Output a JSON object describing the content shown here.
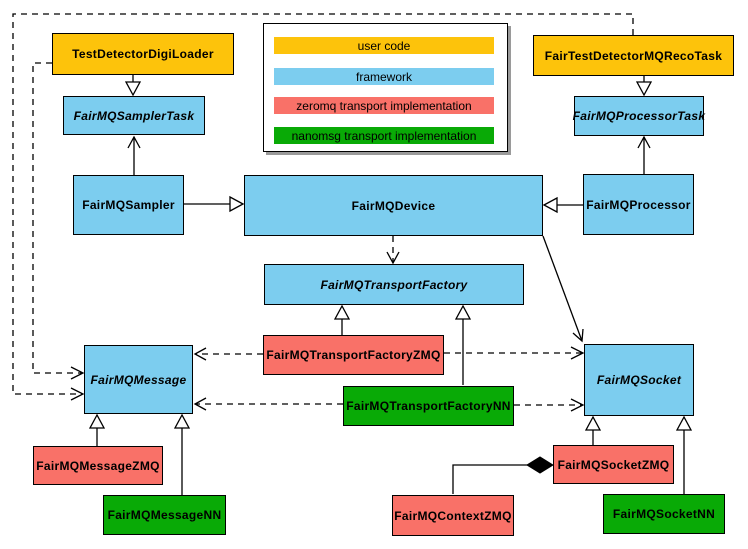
{
  "legend": {
    "items": [
      {
        "label": "user code",
        "category": "user-code",
        "color": "#FDC30B"
      },
      {
        "label": "framework",
        "category": "framework",
        "color": "#7CCDEF"
      },
      {
        "label": "zeromq transport implementation",
        "category": "zeromq",
        "color": "#F97168"
      },
      {
        "label": "nanomsg transport implementation",
        "category": "nanomsg",
        "color": "#09AA06"
      }
    ]
  },
  "nodes": {
    "test_detector_digi_loader": {
      "label": "TestDetectorDigiLoader",
      "category": "user-code",
      "abstract": false
    },
    "fair_test_detector_mq_reco_task": {
      "label": "FairTestDetectorMQRecoTask",
      "category": "user-code",
      "abstract": false
    },
    "fairmq_sampler_task": {
      "label": "FairMQSamplerTask",
      "category": "framework",
      "abstract": true
    },
    "fairmq_processor_task": {
      "label": "FairMQProcessorTask",
      "category": "framework",
      "abstract": true
    },
    "fairmq_sampler": {
      "label": "FairMQSampler",
      "category": "framework",
      "abstract": false
    },
    "fairmq_device": {
      "label": "FairMQDevice",
      "category": "framework",
      "abstract": false
    },
    "fairmq_processor": {
      "label": "FairMQProcessor",
      "category": "framework",
      "abstract": false
    },
    "fairmq_transport_factory": {
      "label": "FairMQTransportFactory",
      "category": "framework",
      "abstract": true
    },
    "fairmq_transport_factory_zmq": {
      "label": "FairMQTransportFactoryZMQ",
      "category": "zeromq",
      "abstract": false
    },
    "fairmq_transport_factory_nn": {
      "label": "FairMQTransportFactoryNN",
      "category": "nanomsg",
      "abstract": false
    },
    "fairmq_message": {
      "label": "FairMQMessage",
      "category": "framework",
      "abstract": true
    },
    "fairmq_socket": {
      "label": "FairMQSocket",
      "category": "framework",
      "abstract": true
    },
    "fairmq_message_zmq": {
      "label": "FairMQMessageZMQ",
      "category": "zeromq",
      "abstract": false
    },
    "fairmq_message_nn": {
      "label": "FairMQMessageNN",
      "category": "nanomsg",
      "abstract": false
    },
    "fairmq_socket_zmq": {
      "label": "FairMQSocketZMQ",
      "category": "zeromq",
      "abstract": false
    },
    "fairmq_socket_nn": {
      "label": "FairMQSocketNN",
      "category": "nanomsg",
      "abstract": false
    },
    "fairmq_context_zmq": {
      "label": "FairMQContextZMQ",
      "category": "zeromq",
      "abstract": false
    }
  },
  "relationships": [
    {
      "from": "TestDetectorDigiLoader",
      "to": "FairMQSamplerTask",
      "type": "inheritance"
    },
    {
      "from": "FairTestDetectorMQRecoTask",
      "to": "FairMQProcessorTask",
      "type": "inheritance"
    },
    {
      "from": "FairMQSampler",
      "to": "FairMQDevice",
      "type": "inheritance"
    },
    {
      "from": "FairMQProcessor",
      "to": "FairMQDevice",
      "type": "inheritance"
    },
    {
      "from": "FairMQSampler",
      "to": "FairMQSamplerTask",
      "type": "association"
    },
    {
      "from": "FairMQProcessor",
      "to": "FairMQProcessorTask",
      "type": "association"
    },
    {
      "from": "FairMQDevice",
      "to": "FairMQTransportFactory",
      "type": "dependency"
    },
    {
      "from": "FairMQDevice",
      "to": "FairMQSocket",
      "type": "association"
    },
    {
      "from": "FairMQTransportFactoryZMQ",
      "to": "FairMQTransportFactory",
      "type": "inheritance"
    },
    {
      "from": "FairMQTransportFactoryNN",
      "to": "FairMQTransportFactory",
      "type": "inheritance"
    },
    {
      "from": "FairMQTransportFactoryZMQ",
      "to": "FairMQMessage",
      "type": "dependency"
    },
    {
      "from": "FairMQTransportFactoryZMQ",
      "to": "FairMQSocket",
      "type": "dependency"
    },
    {
      "from": "FairMQTransportFactoryNN",
      "to": "FairMQMessage",
      "type": "dependency"
    },
    {
      "from": "FairMQTransportFactoryNN",
      "to": "FairMQSocket",
      "type": "dependency"
    },
    {
      "from": "TestDetectorDigiLoader",
      "to": "FairMQMessage",
      "type": "dependency"
    },
    {
      "from": "FairTestDetectorMQRecoTask",
      "to": "FairMQMessage",
      "type": "dependency"
    },
    {
      "from": "FairMQMessageZMQ",
      "to": "FairMQMessage",
      "type": "inheritance"
    },
    {
      "from": "FairMQMessageNN",
      "to": "FairMQMessage",
      "type": "inheritance"
    },
    {
      "from": "FairMQSocketZMQ",
      "to": "FairMQSocket",
      "type": "inheritance"
    },
    {
      "from": "FairMQSocketNN",
      "to": "FairMQSocket",
      "type": "inheritance"
    },
    {
      "from": "FairMQContextZMQ",
      "to": "FairMQSocketZMQ",
      "type": "composition"
    }
  ]
}
